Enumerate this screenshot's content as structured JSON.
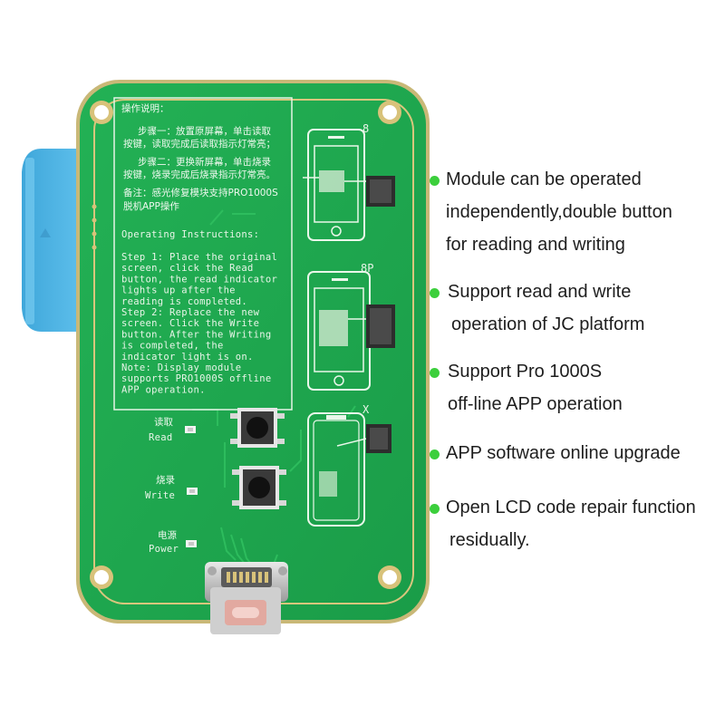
{
  "board": {
    "colors": {
      "pcb": "#1fa84e",
      "trace": "#2fbf5f",
      "gold": "#d8c27a",
      "tab": "#4fb6e6",
      "silk": "#eaf7ea"
    },
    "instructions": {
      "title": "操作说明：",
      "cn_step1_a": "步骤一：放置原屏幕，单击读取",
      "cn_step1_b": "按键，读取完成后读取指示灯常亮；",
      "cn_step2_a": "步骤二：更换新屏幕，单击烧录",
      "cn_step2_b": "按键，烧录完成后烧录指示灯常亮。",
      "cn_note_a": "备注：感光修复模块支持PRO1000S",
      "cn_note_b": "脱机APP操作",
      "en_title": "Operating Instructions:",
      "en_lines": [
        "Step 1: Place the original",
        "screen, click the Read",
        "button, the read indicator",
        "lights up after the",
        "reading is completed.",
        "Step 2: Replace the new",
        "screen. Click the Write",
        "button. After the Writing",
        "is completed, the",
        "indicator light is on.",
        "Note: Display module",
        "supports PRO1000S offline",
        "APP operation."
      ]
    },
    "slots": [
      {
        "label": "8"
      },
      {
        "label": "8P"
      },
      {
        "label": "X"
      }
    ],
    "controls": {
      "read_cn": "读取",
      "read_en": "Read",
      "write_cn": "烧录",
      "write_en": "Write",
      "power_cn": "电源",
      "power_en": "Power"
    }
  },
  "features": [
    {
      "icon": "green-dot-icon",
      "lines": [
        "Module can be operated",
        "independently,double button",
        "for reading and writing"
      ]
    },
    {
      "icon": "green-dot-icon",
      "lines": [
        "Support read and write",
        "operation of JC platform"
      ]
    },
    {
      "icon": "green-dot-icon",
      "lines": [
        "Support Pro 1000S",
        "off-line APP operation"
      ]
    },
    {
      "icon": "green-dot-icon",
      "lines": [
        "APP software online upgrade"
      ]
    },
    {
      "icon": "green-dot-icon",
      "lines": [
        "Open LCD code repair function",
        "residually."
      ]
    }
  ]
}
